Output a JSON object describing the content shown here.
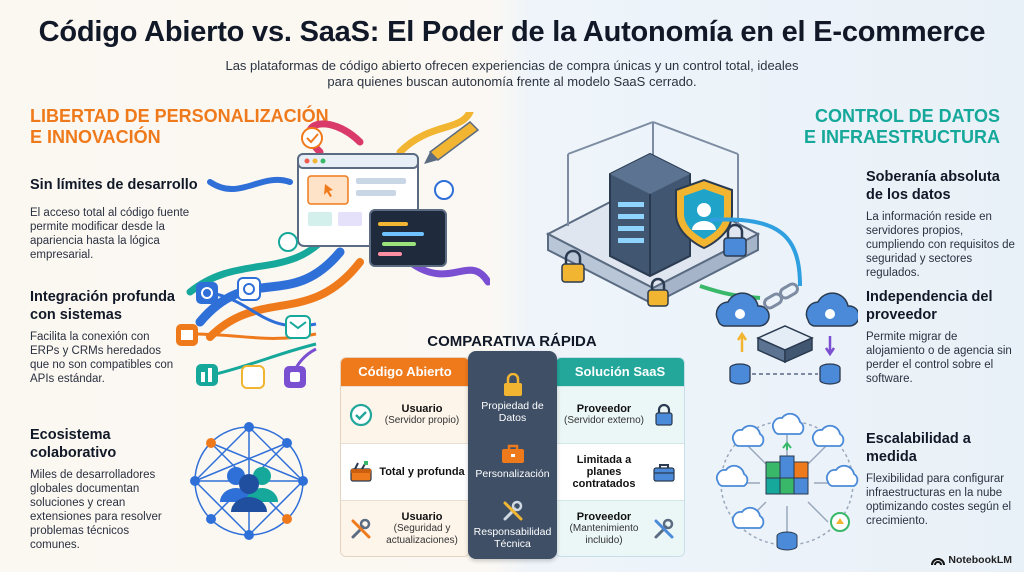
{
  "title": "Código Abierto vs. SaaS: El Poder de la Autonomía en el E-commerce",
  "subtitle": "Las plataformas de código abierto ofrecen experiencias de compra únicas y un control total, ideales para quienes buscan autonomía frente al modelo SaaS cerrado.",
  "left_section": {
    "heading_line1": "LIBERTAD DE PERSONALIZACIÓN",
    "heading_line2": "E INNOVACIÓN",
    "features": [
      {
        "title": "Sin límites de desarrollo",
        "desc": "El acceso total al código fuente permite modificar desde la apariencia hasta la lógica empresarial.",
        "icon": "browser-code-icon"
      },
      {
        "title": "Integración profunda con sistemas",
        "desc": "Facilita la conexión con ERPs y CRMs heredados que no son compatibles con APIs estándar.",
        "icon": "integration-icon"
      },
      {
        "title": "Ecosistema colaborativo",
        "desc": "Miles de desarrolladores globales documentan soluciones y crean extensiones para resolver problemas técnicos comunes.",
        "icon": "network-people-icon"
      }
    ]
  },
  "right_section": {
    "heading_line1": "CONTROL DE DATOS",
    "heading_line2": "E INFRAESTRUCTURA",
    "features": [
      {
        "title": "Soberanía absoluta de los datos",
        "desc": "La información reside en servidores propios, cumpliendo con requisitos de seguridad y sectores regulados.",
        "icon": "server-shield-icon"
      },
      {
        "title": "Independencia del proveedor",
        "desc": "Permite migrar de alojamiento o de agencia sin perder el control sobre el software.",
        "icon": "cloud-chain-icon"
      },
      {
        "title": "Escalabilidad a medida",
        "desc": "Flexibilidad para configurar infraestructuras en la nube optimizando costes según el crecimiento.",
        "icon": "cloud-scale-icon"
      }
    ]
  },
  "comparison": {
    "title": "COMPARATIVA RÁPIDA",
    "open_source_header": "Código Abierto",
    "saas_header": "Solución SaaS",
    "rows": [
      {
        "criterion": "Propiedad de Datos",
        "open_main": "Usuario",
        "open_sub": "(Servidor propio)",
        "saas_main": "Proveedor",
        "saas_sub": "(Servidor externo)"
      },
      {
        "criterion": "Personalización",
        "open_main": "Total y profunda",
        "open_sub": "",
        "saas_main": "Limitada a planes contratados",
        "saas_sub": ""
      },
      {
        "criterion": "Responsabilidad Técnica",
        "open_main": "Usuario",
        "open_sub": "(Seguridad y actualizaciones)",
        "saas_main": "Proveedor",
        "saas_sub": "(Mantenimiento incluido)"
      }
    ]
  },
  "badge": "NotebookLM",
  "colors": {
    "orange": "#ef7a1c",
    "teal": "#16a89a",
    "navy": "#3e4f66"
  }
}
